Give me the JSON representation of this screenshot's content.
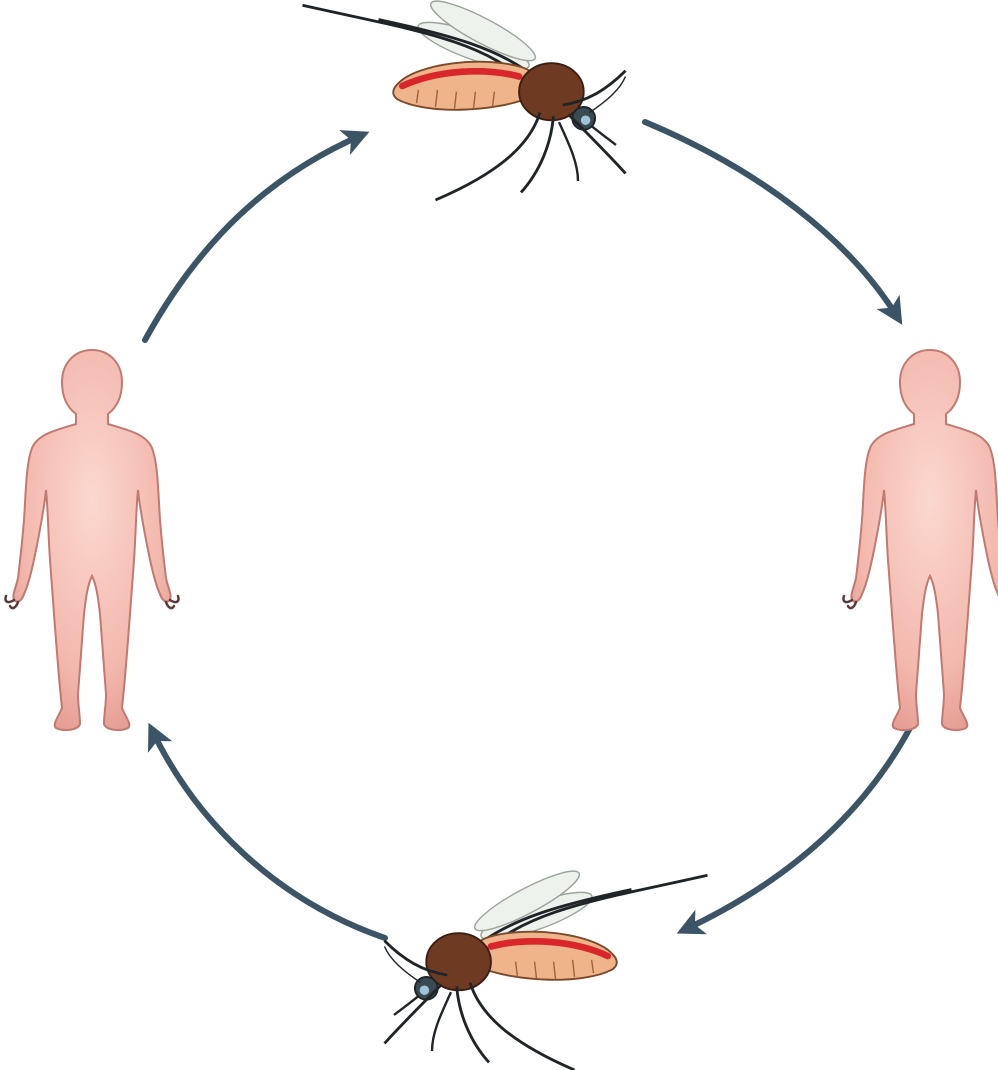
{
  "diagram": {
    "type": "transmission-cycle",
    "nodes": [
      {
        "id": "mosquito-top",
        "kind": "mosquito",
        "icon": "mosquito-icon"
      },
      {
        "id": "human-right",
        "kind": "human",
        "icon": "human-figure-icon"
      },
      {
        "id": "mosquito-bottom",
        "kind": "mosquito",
        "icon": "mosquito-icon"
      },
      {
        "id": "human-left",
        "kind": "human",
        "icon": "human-figure-icon"
      }
    ],
    "edges": [
      {
        "from": "human-left",
        "to": "mosquito-top"
      },
      {
        "from": "mosquito-top",
        "to": "human-right"
      },
      {
        "from": "human-right",
        "to": "mosquito-bottom"
      },
      {
        "from": "mosquito-bottom",
        "to": "human-left"
      }
    ],
    "colors": {
      "arrow": "#3b5466",
      "skin": "#f3b8ad",
      "skin_outline": "#c07a72",
      "mosquito_body": "#6e3b22",
      "mosquito_abdomen": "#f0b48a",
      "mosquito_stripe": "#d8262a",
      "mosquito_legs": "#1e2428",
      "wing": "#eef2ec"
    }
  }
}
